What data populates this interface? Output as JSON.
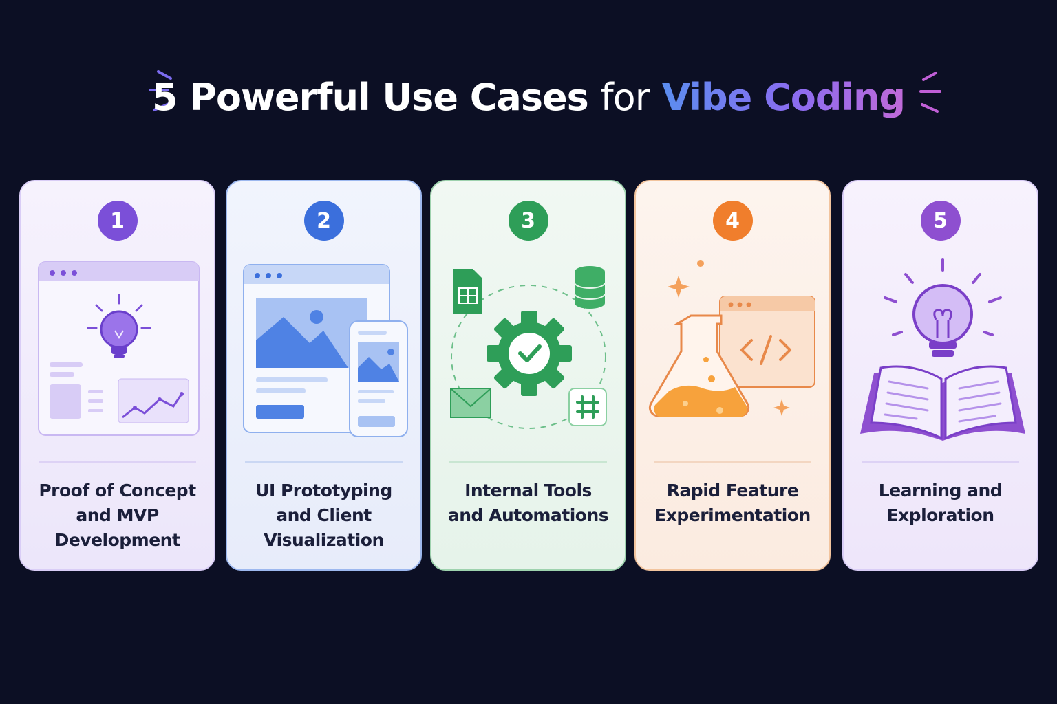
{
  "header": {
    "title_main": "5 Powerful Use Cases",
    "title_connector": "for",
    "title_brand": "Vibe Coding"
  },
  "colors": {
    "background": "#0c0f24",
    "purple": "#7b4fd8",
    "blue": "#3b6fdc",
    "green": "#2e9e58",
    "orange": "#f07e2c",
    "violet": "#8e4fd0"
  },
  "cards": [
    {
      "number": "1",
      "label": "Proof of Concept\nand MVP\nDevelopment",
      "icon": "lightbulb-dashboard-icon",
      "accent": "#7b4fd8"
    },
    {
      "number": "2",
      "label": "UI Prototyping\nand Client\nVisualization",
      "icon": "browser-mobile-mockup-icon",
      "accent": "#3b6fdc"
    },
    {
      "number": "3",
      "label": "Internal Tools\nand Automations",
      "icon": "gear-automation-icon",
      "accent": "#2e9e58"
    },
    {
      "number": "4",
      "label": "Rapid Feature\nExperimentation",
      "icon": "flask-code-icon",
      "accent": "#f07e2c"
    },
    {
      "number": "5",
      "label": "Learning and\nExploration",
      "icon": "lightbulb-book-icon",
      "accent": "#8e4fd0"
    }
  ]
}
